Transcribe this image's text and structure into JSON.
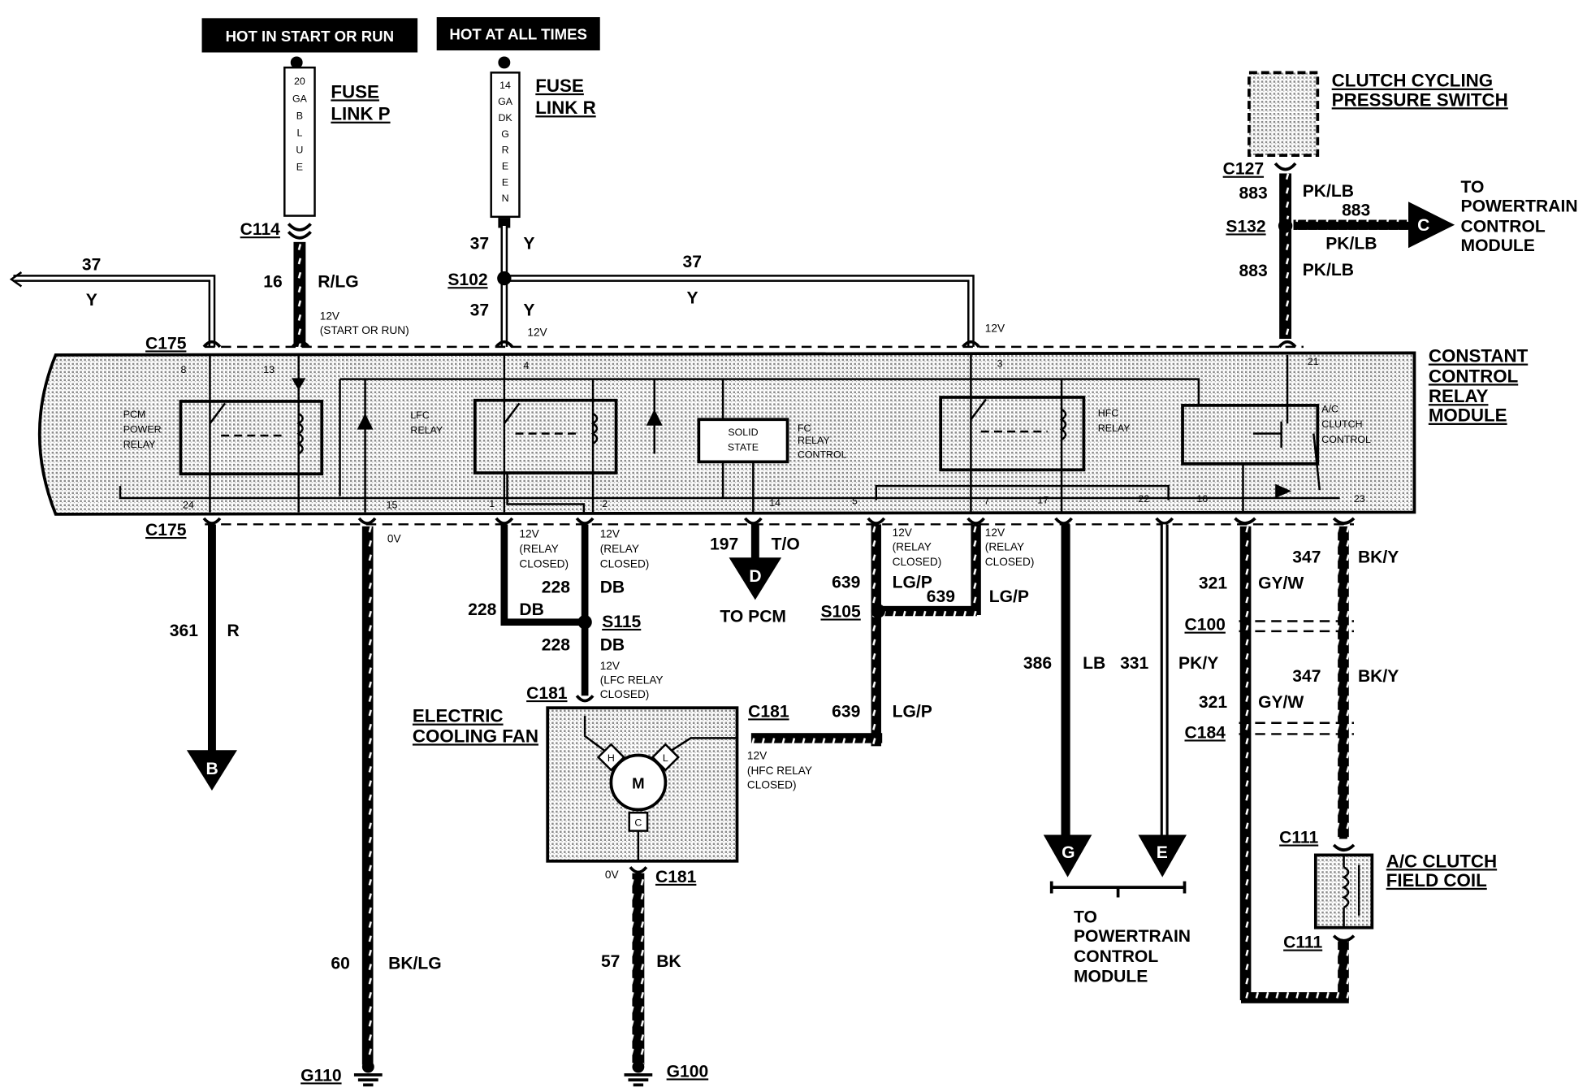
{
  "power": {
    "hot_start_run": "HOT IN START OR RUN",
    "hot_all_times": "HOT AT ALL TIMES"
  },
  "fuse_p": {
    "wire_text": [
      "20",
      "GA",
      "B",
      "L",
      "U",
      "E"
    ],
    "label": [
      "FUSE",
      "LINK P"
    ]
  },
  "fuse_r": {
    "wire_text": [
      "14",
      "GA",
      "DK",
      "G",
      "R",
      "E",
      "E",
      "N"
    ],
    "label": [
      "FUSE",
      "LINK R"
    ]
  },
  "connectors": {
    "c114": "C114",
    "s102": "S102",
    "c175_top": "C175",
    "c175_bottom": "C175",
    "c127": "C127",
    "s132": "S132",
    "s115": "S115",
    "s105": "S105",
    "c181_top": "C181",
    "c181_right": "C181",
    "c181_bottom": "C181",
    "c100": "C100",
    "c184": "C184",
    "c111_top": "C111",
    "c111_bottom": "C111",
    "g110": "G110",
    "g100": "G100"
  },
  "wires": {
    "w37_left_num": "37",
    "w37_left_color": "Y",
    "w16_num": "16",
    "w16_color": "R/LG",
    "w16_voltage": [
      "12V",
      "(START OR RUN)"
    ],
    "w37_a_num": "37",
    "w37_a_color": "Y",
    "w37_b_num": "37",
    "w37_b_color": "Y",
    "w37_b_voltage": "12V",
    "w37_top_num": "37",
    "w37_top_color": "Y",
    "hfc_voltage": "12V",
    "w883_a_num": "883",
    "w883_a_color": "PK/LB",
    "w883_b_num": "883",
    "w883_b_color": "PK/LB",
    "w883_c_num": "883",
    "w883_c_color": "PK/LB",
    "w361_num": "361",
    "w361_color": "R",
    "w60_num": "60",
    "w60_color": "BK/LG",
    "w60_voltage": "0V",
    "w228_a_num": "228",
    "w228_a_color": "DB",
    "w228_b_num": "228",
    "w228_b_color": "DB",
    "w228_c_num": "228",
    "w228_c_color": "DB",
    "relay_closed_1": [
      "12V",
      "(RELAY",
      "CLOSED)"
    ],
    "relay_closed_2": [
      "12V",
      "(RELAY",
      "CLOSED)"
    ],
    "lfc_closed": [
      "12V",
      "(LFC RELAY",
      "CLOSED)"
    ],
    "w197_num": "197",
    "w197_color": "T/O",
    "w639_a_num": "639",
    "w639_a_color": "LG/P",
    "w639_b_num": "639",
    "w639_b_color": "LG/P",
    "w639_c_num": "639",
    "w639_c_color": "LG/P",
    "relay_closed_3": [
      "12V",
      "(RELAY",
      "CLOSED)"
    ],
    "relay_closed_4": [
      "12V",
      "(RELAY",
      "CLOSED)"
    ],
    "hfc_closed": [
      "12V",
      "(HFC RELAY",
      "CLOSED)"
    ],
    "w386_num": "386",
    "w386_color": "LB",
    "w331_num": "331",
    "w331_color": "PK/Y",
    "w321_a_num": "321",
    "w321_a_color": "GY/W",
    "w347_a_num": "347",
    "w347_a_color": "BK/Y",
    "w321_b_num": "321",
    "w321_b_color": "GY/W",
    "w347_b_num": "347",
    "w347_b_color": "BK/Y",
    "w57_num": "57",
    "w57_color": "BK",
    "fan_ground_voltage": "0V"
  },
  "module": {
    "title": [
      "CONSTANT",
      "CONTROL",
      "RELAY",
      "MODULE"
    ],
    "pcm_relay": [
      "PCM",
      "POWER",
      "RELAY"
    ],
    "lfc_relay": [
      "LFC",
      "RELAY"
    ],
    "solid_state": [
      "SOLID",
      "STATE"
    ],
    "fc_relay_control": [
      "FC",
      "RELAY",
      "CONTROL"
    ],
    "hfc_relay": [
      "HFC",
      "RELAY"
    ],
    "ac_clutch_control": [
      "A/C",
      "CLUTCH",
      "CONTROL"
    ],
    "pins": {
      "p8": "8",
      "p13": "13",
      "p4": "4",
      "p3": "3",
      "p21": "21",
      "p24": "24",
      "p15": "15",
      "p1": "1",
      "p2": "2",
      "p14": "14",
      "p5": "5",
      "p7": "7",
      "p17": "17",
      "p22": "22",
      "p16": "16",
      "p23": "23"
    }
  },
  "components": {
    "clutch_switch": [
      "CLUTCH CYCLING",
      "PRESSURE SWITCH"
    ],
    "electric_fan": [
      "ELECTRIC",
      "COOLING FAN"
    ],
    "fan_h": "H",
    "fan_l": "L",
    "fan_m": "M",
    "fan_c": "C",
    "ac_coil": [
      "A/C CLUTCH",
      "FIELD COIL"
    ]
  },
  "destinations": {
    "b": "B",
    "c": "C",
    "d": "D",
    "e": "E",
    "g": "G",
    "to_pcm": "TO PCM",
    "to_pcm_module_top": [
      "TO",
      "POWERTRAIN",
      "CONTROL",
      "MODULE"
    ],
    "to_pcm_module_bottom": [
      "TO",
      "POWERTRAIN",
      "CONTROL",
      "MODULE"
    ]
  }
}
